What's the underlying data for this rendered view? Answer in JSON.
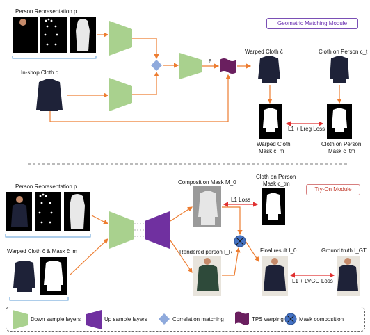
{
  "top_section": {
    "module_title": "Geometric Matching Module",
    "person_rep_label": "Person Representation p",
    "inshop_label": "In-shop Cloth c",
    "theta_label": "θ",
    "warped_cloth_label": "Warped Cloth ĉ",
    "cloth_on_person_label": "Cloth on Person c_t",
    "warped_mask_label_1": "Warped Cloth",
    "warped_mask_label_2": "Mask ĉ_m",
    "cloth_person_mask_label_1": "Cloth on Person",
    "cloth_person_mask_label_2": "Mask c_tm",
    "loss_label": "L1 + Lreg Loss"
  },
  "bottom_section": {
    "module_title": "Try-On Module",
    "person_rep_label": "Person Representation p",
    "warped_input_label": "Warped Cloth ĉ & Mask ĉ_m",
    "composition_mask_label": "Composition Mask M_0",
    "cloth_person_mask_label_1": "Cloth on Person",
    "cloth_person_mask_label_2": "Mask c_tm",
    "l1_loss_label": "L1 Loss",
    "rendered_person_label": "Rendered person I_R",
    "final_result_label": "Final result I_0",
    "ground_truth_label": "Ground truth I_GT",
    "final_loss_label": "L1 + LVGG Loss"
  },
  "legend": {
    "down_sample": "Down sample layers",
    "up_sample": "Up sample layers",
    "correlation": "Correlation matching",
    "tps": "TPS warping",
    "mask_comp": "Mask composition"
  },
  "colors": {
    "green": "#a9d18e",
    "purple": "#7030a0",
    "blue_diamond": "#8faadc",
    "orange": "#ed7d31",
    "red_arrow": "#e03030",
    "tps_purple": "#6a1f5f"
  }
}
